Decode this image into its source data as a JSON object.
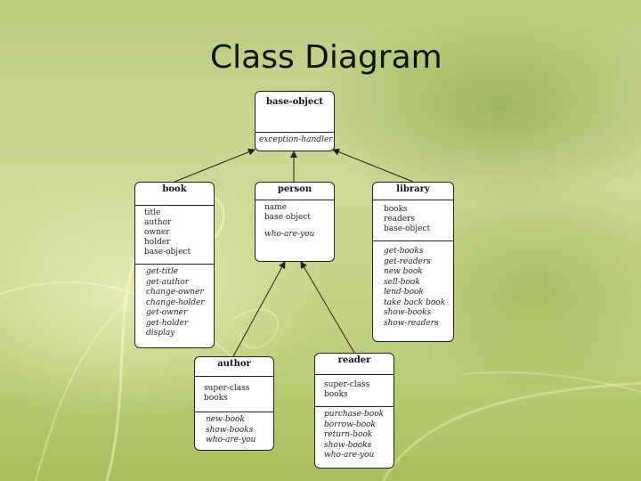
{
  "slide": {
    "title": "Class Diagram"
  },
  "diagram": {
    "classes": {
      "base_object": {
        "name": "base-object",
        "attributes": [],
        "operations": [
          "exception-handler"
        ]
      },
      "book": {
        "name": "book",
        "attributes": [
          "title",
          "author",
          "owner",
          "holder",
          "base-object"
        ],
        "operations": [
          "get-title",
          "get-author",
          "change-owner",
          "change-holder",
          "get-owner",
          "get-holder",
          "display"
        ]
      },
      "person": {
        "name": "person",
        "attributes": [
          "name",
          "base object"
        ],
        "operations": [
          "who-are-you"
        ]
      },
      "library": {
        "name": "library",
        "attributes": [
          "books",
          "readers",
          "base-object"
        ],
        "operations": [
          "get-books",
          "get-readers",
          "new book",
          "sell-book",
          "lend-book",
          "take back book",
          "show-books",
          "show-readers"
        ]
      },
      "author": {
        "name": "author",
        "attributes": [
          "super-class",
          "books"
        ],
        "operations": [
          "new-book",
          "show-books",
          "who-are-you"
        ]
      },
      "reader": {
        "name": "reader",
        "attributes": [
          "super-class",
          "books"
        ],
        "operations": [
          "purchase-book",
          "borrow-book",
          "return-book",
          "show-books",
          "who-are-you"
        ]
      }
    },
    "relations": [
      {
        "from": "book",
        "to": "base-object"
      },
      {
        "from": "person",
        "to": "base-object"
      },
      {
        "from": "library",
        "to": "base-object"
      },
      {
        "from": "author",
        "to": "person"
      },
      {
        "from": "reader",
        "to": "person"
      }
    ]
  }
}
